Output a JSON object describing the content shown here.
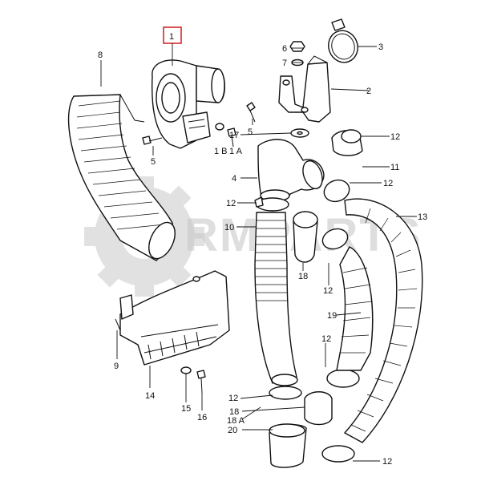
{
  "watermark": "RMPARTS",
  "callouts": {
    "c1": "1",
    "c1a": "1 A",
    "c1b": "1 B",
    "c2": "2",
    "c3": "3",
    "c4": "4",
    "c5a": "5",
    "c5b": "5",
    "c6": "6",
    "c7": "7",
    "c8": "8",
    "c9": "9",
    "c10": "10",
    "c11": "11",
    "c12a": "12",
    "c12b": "12",
    "c12c": "12",
    "c12d": "12",
    "c12e": "12",
    "c12f": "12",
    "c12g": "12",
    "c13": "13",
    "c14": "14",
    "c15": "15",
    "c16": "16",
    "c17": "17",
    "c18a": "18",
    "c18b": "18",
    "c18A": "18 A",
    "c19": "19",
    "c20": "20"
  },
  "highlight_color": "#d01c1c"
}
